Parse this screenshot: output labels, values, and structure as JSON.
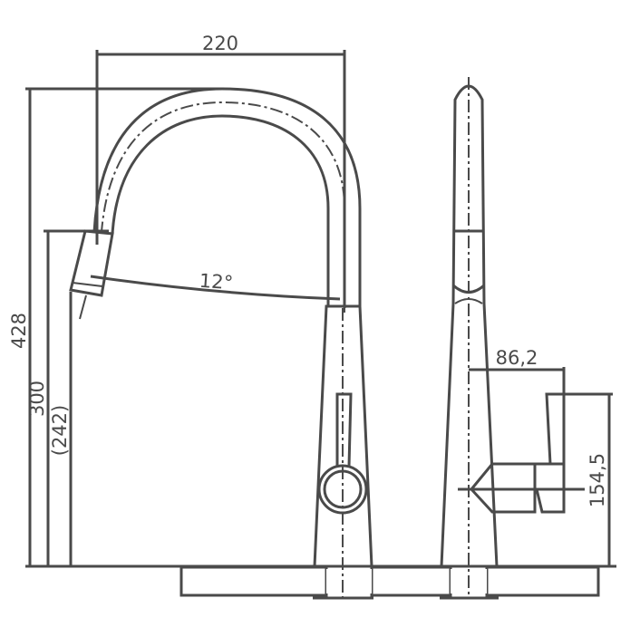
{
  "dimensions": {
    "spout_reach": "220",
    "total_height": "428",
    "spout_height": "300",
    "spray_height": "(242)",
    "spray_angle": "12°",
    "handle_reach": "86,2",
    "handle_height": "154,5"
  },
  "colors": {
    "line": "#4a4a4a",
    "background": "#ffffff"
  }
}
